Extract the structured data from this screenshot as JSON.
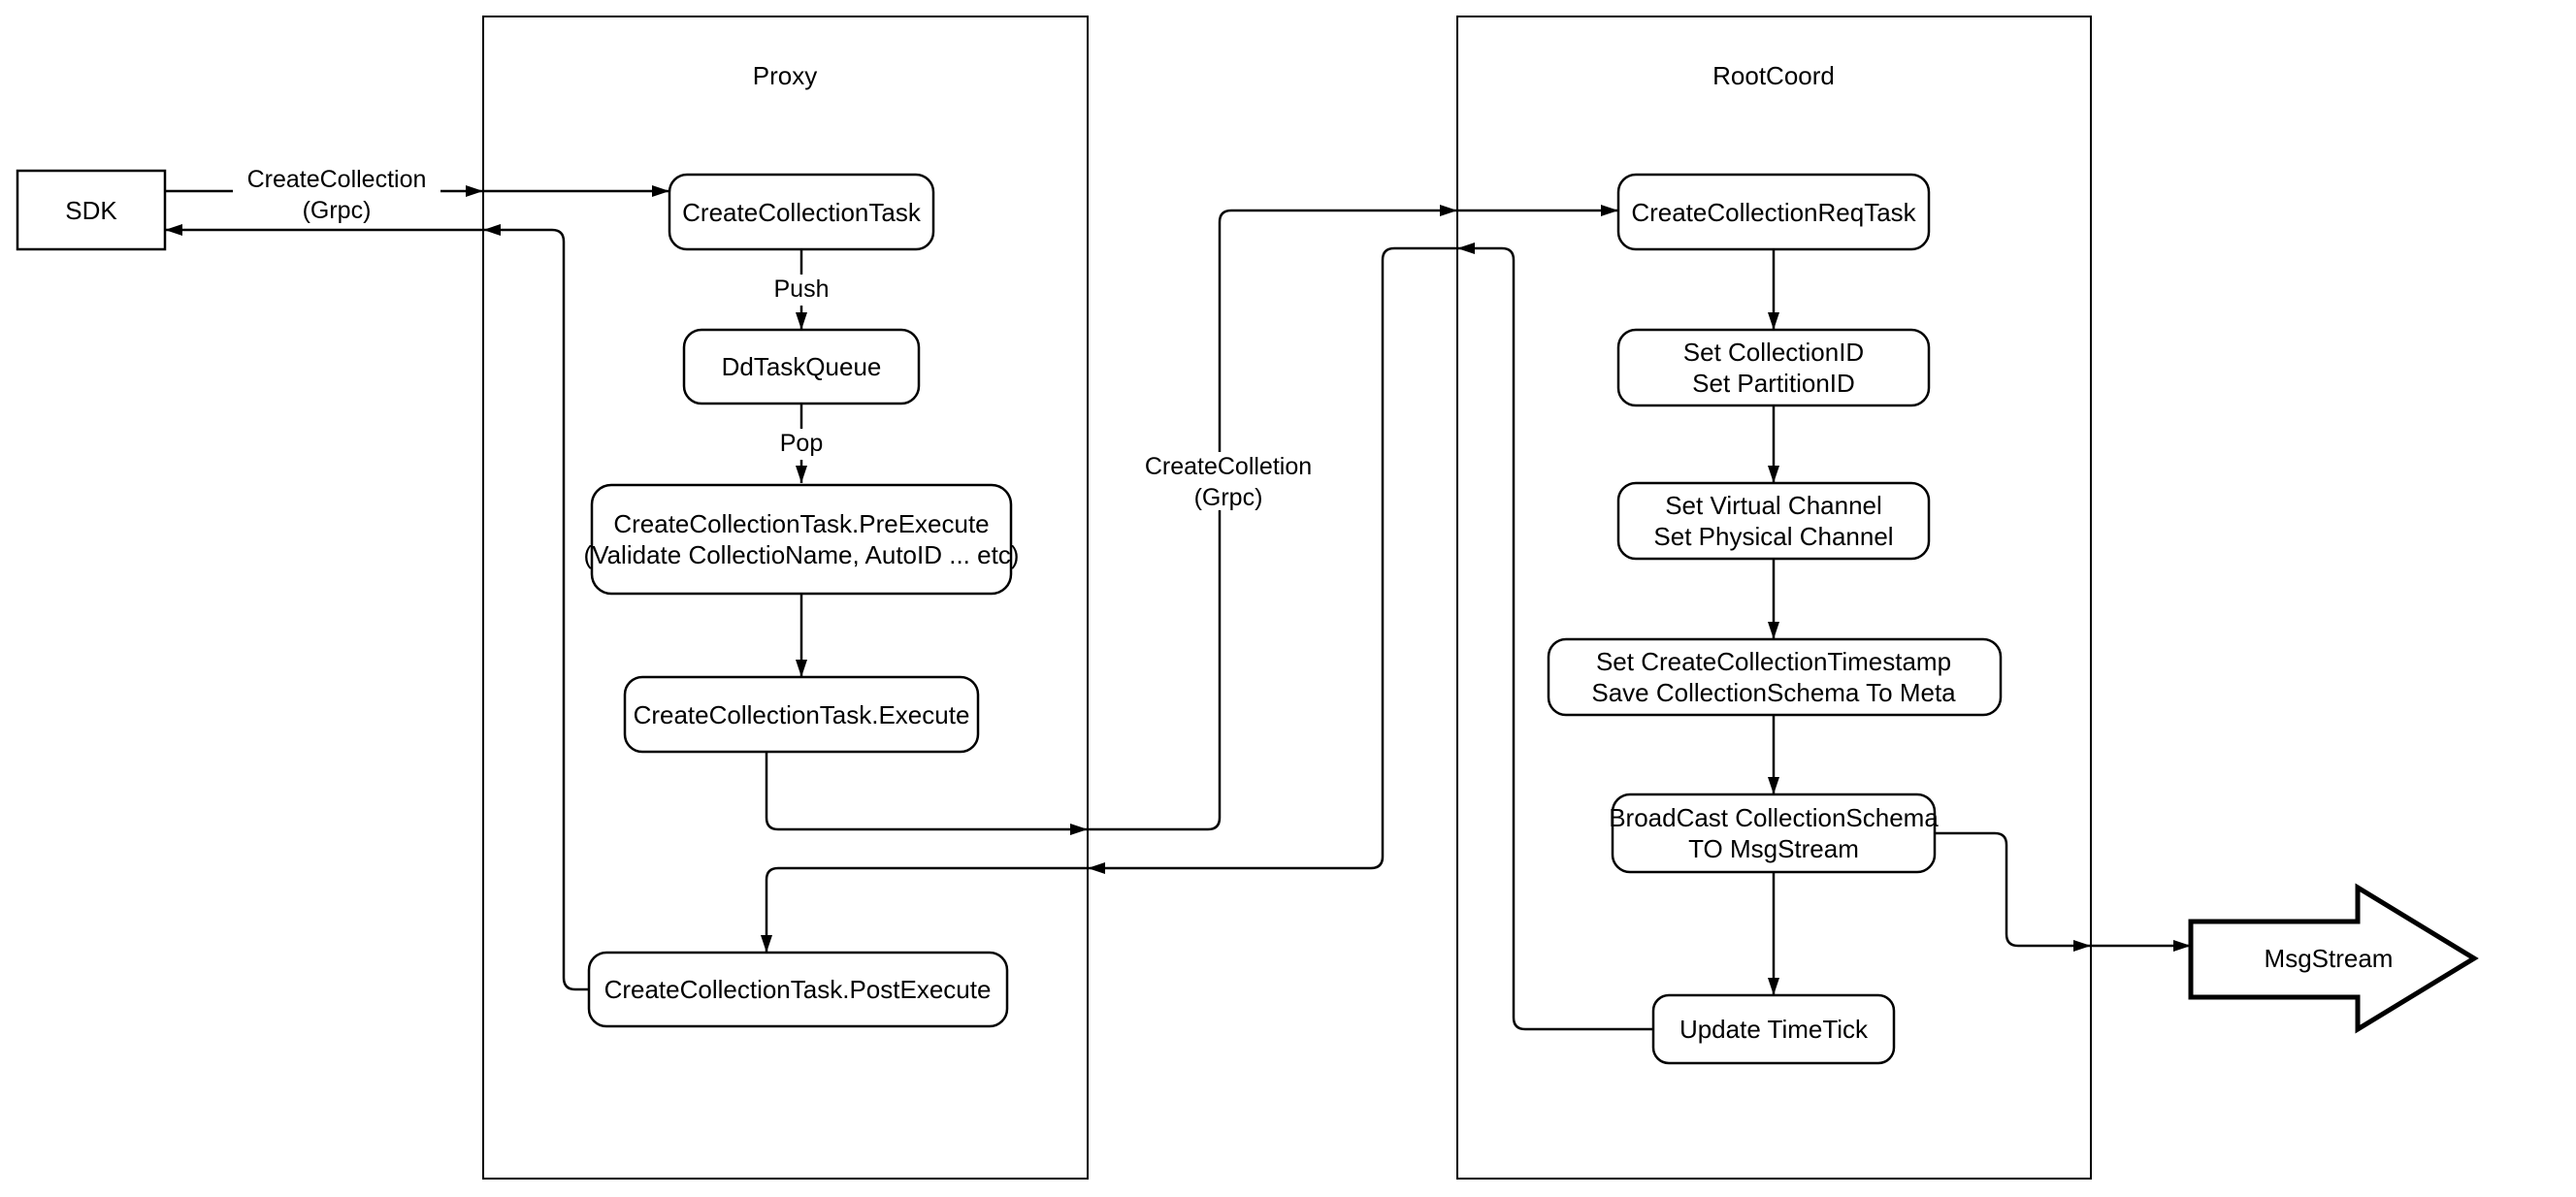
{
  "diagram": {
    "background": "#ffffff",
    "stroke_color": "#000000",
    "containers": {
      "proxy": {
        "title": "Proxy"
      },
      "rootcoord": {
        "title": "RootCoord"
      }
    },
    "nodes": {
      "sdk": {
        "label": "SDK"
      },
      "create_collection_task": {
        "label": "CreateCollectionTask"
      },
      "dd_task_queue": {
        "label": "DdTaskQueue"
      },
      "pre_execute": {
        "line1": "CreateCollectionTask.PreExecute",
        "line2": "(Validate CollectioName, AutoID ... etc)"
      },
      "execute": {
        "label": "CreateCollectionTask.Execute"
      },
      "post_execute": {
        "label": "CreateCollectionTask.PostExecute"
      },
      "req_task": {
        "label": "CreateCollectionReqTask"
      },
      "set_ids": {
        "line1": "Set CollectionID",
        "line2": "Set PartitionID"
      },
      "set_channels": {
        "line1": "Set Virtual Channel",
        "line2": "Set Physical Channel"
      },
      "set_timestamp": {
        "line1": "Set CreateCollectionTimestamp",
        "line2": "Save CollectionSchema To Meta"
      },
      "broadcast": {
        "line1": "BroadCast CollectionSchema",
        "line2": "TO MsgStream"
      },
      "update_timetick": {
        "label": "Update TimeTick"
      },
      "msgstream": {
        "label": "MsgStream"
      }
    },
    "edge_labels": {
      "sdk_grpc": {
        "line1": "CreateCollection",
        "line2": "(Grpc)"
      },
      "push": "Push",
      "pop": "Pop",
      "proxy_grpc": {
        "line1": "CreateColletion",
        "line2": "(Grpc)"
      }
    }
  }
}
